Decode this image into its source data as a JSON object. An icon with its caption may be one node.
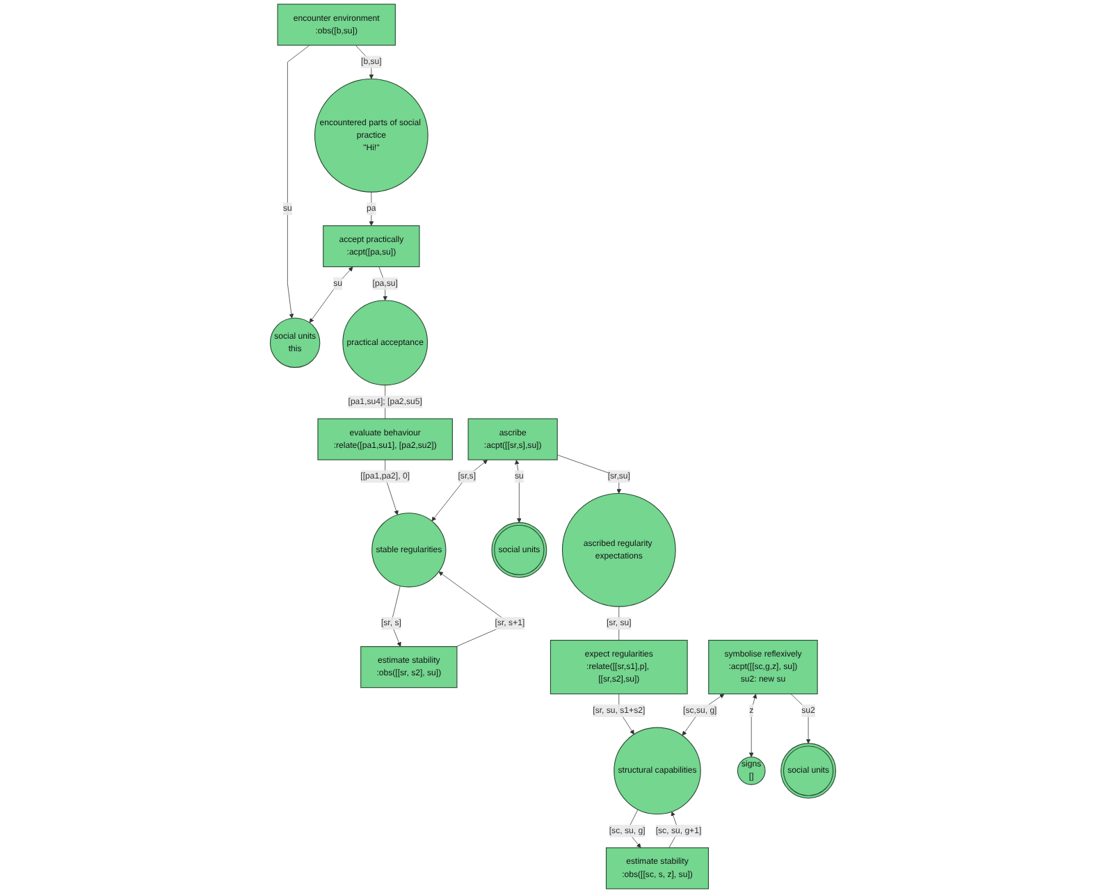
{
  "diagram": {
    "nodes": [
      {
        "text": [
          "encounter environment",
          ":obs([b,su])"
        ]
      },
      {
        "text": [
          "social units",
          "this"
        ]
      },
      {
        "text": [
          "encountered parts of social practice",
          "\"Hi!\""
        ]
      },
      {
        "text": [
          "accept practically",
          ":acpt([pa,su])"
        ]
      },
      {
        "text": [
          "practical acceptance"
        ]
      },
      {
        "text": [
          "estimate stability",
          ":obs([[sr, s2], su])"
        ]
      },
      {
        "text": [
          "social units"
        ]
      },
      {
        "text": [
          "evaluate behaviour",
          ":relate([pa1,su1], [pa2,su2])"
        ]
      },
      {
        "text": [
          "stable regularities"
        ]
      },
      {
        "text": [
          "ascribe",
          ":acpt([[sr,s],su])"
        ]
      },
      {
        "text": [
          "ascribed regularity expectations"
        ]
      },
      {
        "text": [
          "estimate stability",
          ":obs([[sc, s, z], su])"
        ]
      },
      {
        "text": [
          "signs",
          "[]"
        ]
      },
      {
        "text": [
          "expect regularities",
          ":relate([[sr,s1],p], [[sr,s2],su])"
        ]
      },
      {
        "text": [
          "structural capabilities"
        ]
      },
      {
        "text": [
          "symbolise reflexively",
          ":acpt([[sc,g,z], su])",
          "su2: new su"
        ]
      },
      {
        "text": [
          "social units"
        ]
      }
    ],
    "edges": [
      {
        "from": 0,
        "to": 1,
        "arrow": "to",
        "label": "su"
      },
      {
        "from": 0,
        "to": 2,
        "arrow": "to",
        "label": "[b,su]"
      },
      {
        "from": 3,
        "to": 1,
        "arrow": "both",
        "label": "su"
      },
      {
        "from": 2,
        "to": 3,
        "arrow": "to",
        "label": "pa"
      },
      {
        "from": 3,
        "to": 4,
        "arrow": "to",
        "label": "[pa,su]"
      },
      {
        "from": 4,
        "to": 7,
        "arrow": "none",
        "label": "[pa1,su4]; [pa2,su5]"
      },
      {
        "from": 7,
        "to": 8,
        "arrow": "to",
        "label": "[[pa1,pa2], 0]"
      },
      {
        "from": 8,
        "to": 5,
        "arrow": "to",
        "label": "[sr, s]"
      },
      {
        "from": 5,
        "to": 8,
        "arrow": "to",
        "label": "[sr, s+1]"
      },
      {
        "from": 9,
        "to": 8,
        "arrow": "both",
        "label": "[sr,s]"
      },
      {
        "from": 9,
        "to": 6,
        "arrow": "both",
        "label": "su"
      },
      {
        "from": 9,
        "to": 10,
        "arrow": "to",
        "label": "[sr,su]"
      },
      {
        "from": 10,
        "to": 13,
        "arrow": "none",
        "label": "[sr, su]"
      },
      {
        "from": 13,
        "to": 14,
        "arrow": "to",
        "label": "[sr, su, s1+s2]"
      },
      {
        "from": 14,
        "to": 11,
        "arrow": "to",
        "label": "[sc, su, g]"
      },
      {
        "from": 11,
        "to": 14,
        "arrow": "to",
        "label": "[sc, su, g+1]"
      },
      {
        "from": 15,
        "to": 14,
        "arrow": "both",
        "label": "[sc,su, g]"
      },
      {
        "from": 15,
        "to": 12,
        "arrow": "both",
        "label": "z"
      },
      {
        "from": 15,
        "to": 16,
        "arrow": "to",
        "label": "su2"
      }
    ]
  }
}
